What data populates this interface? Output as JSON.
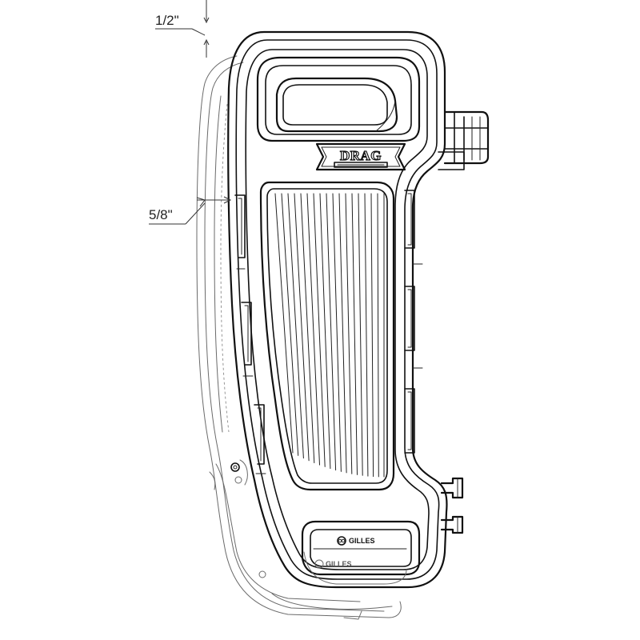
{
  "dimensions": {
    "top_offset": "1/2\"",
    "side_offset": "5/8\""
  },
  "logos": {
    "top_logo": "DRAG",
    "bottom_brand": "GILLES",
    "bottom_brand_ghost": "GILLES"
  },
  "colors": {
    "line": "#111111",
    "ghost_line": "#6a6a6a",
    "background": "#ffffff"
  }
}
